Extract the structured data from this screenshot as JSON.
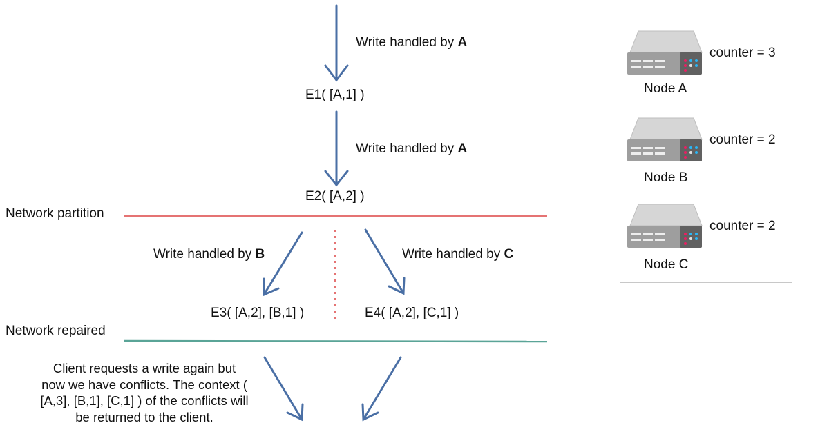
{
  "colors": {
    "arrow": "#4a6fa5",
    "partition_line": "#e57373",
    "repaired_line": "#5aa497",
    "divider": "#e57373",
    "legend_border": "#c8c8c8"
  },
  "events": {
    "e1": "E1( [A,1] )",
    "e2": "E2( [A,2] )",
    "e3": "E3( [A,2], [B,1] )",
    "e4": "E4( [A,2], [C,1] )"
  },
  "writes": {
    "w1": {
      "prefix": "Write handled by ",
      "node": "A"
    },
    "w2": {
      "prefix": "Write handled by ",
      "node": "A"
    },
    "w3": {
      "prefix": "Write handled by ",
      "node": "B"
    },
    "w4": {
      "prefix": "Write handled by ",
      "node": "C"
    }
  },
  "lines": {
    "partition": "Network partition",
    "repaired": "Network repaired"
  },
  "client_note": "Client requests a write again but now we have conflicts. The context ( [A,3], [B,1], [C,1] ) of the conflicts will be returned to the client.",
  "nodes": [
    {
      "name": "Node A",
      "counter": "counter = 3",
      "icon": "server-icon"
    },
    {
      "name": "Node B",
      "counter": "counter = 2",
      "icon": "server-icon"
    },
    {
      "name": "Node C",
      "counter": "counter = 2",
      "icon": "server-icon"
    }
  ]
}
